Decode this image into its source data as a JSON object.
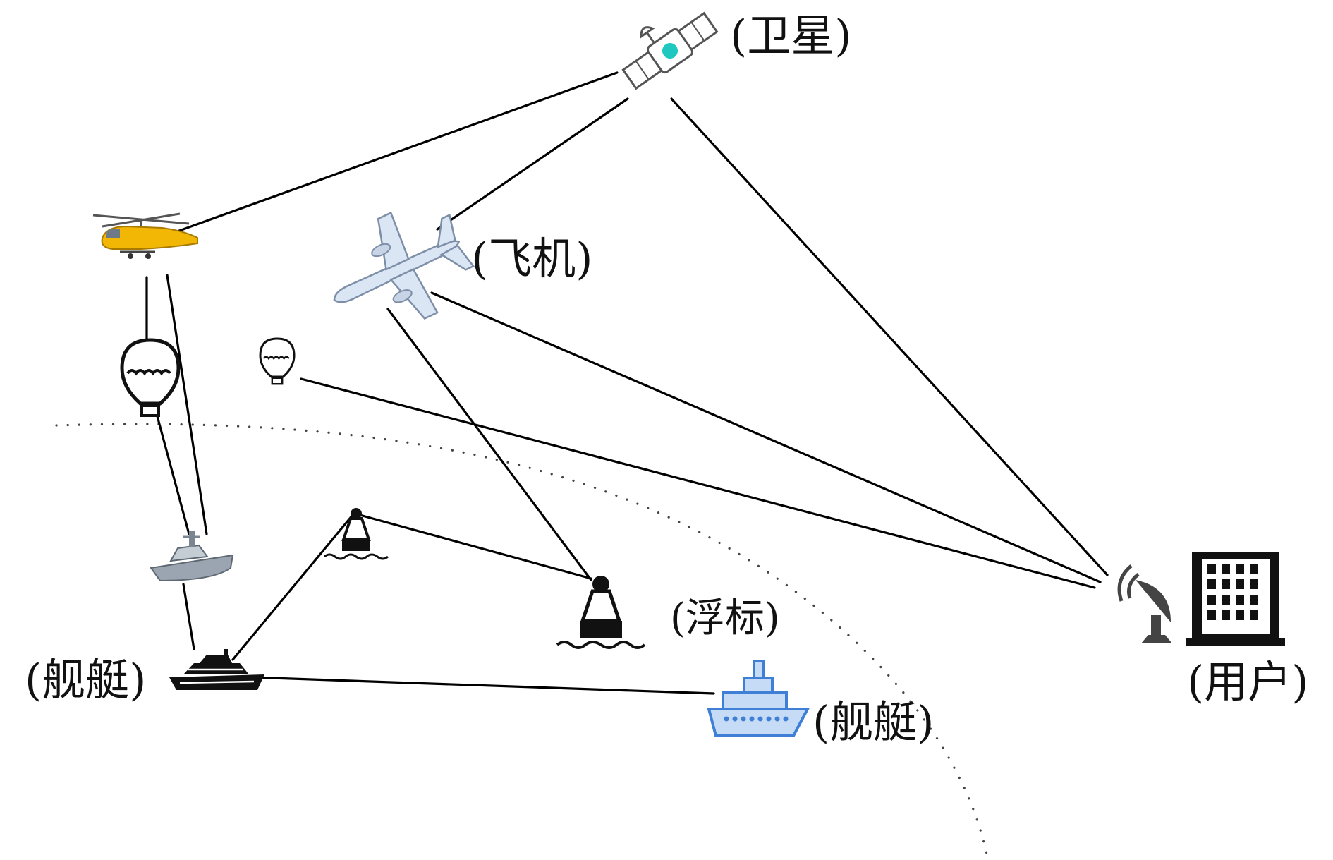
{
  "labels": {
    "satellite": "(卫星)",
    "plane": "(飞机)",
    "buoy": "(浮标)",
    "ship_left": "(舰艇)",
    "ship_right": "(舰艇)",
    "user": "(用户)"
  },
  "icons": {
    "satellite": "satellite-icon",
    "helicopter": "helicopter-icon",
    "plane": "airplane-icon",
    "balloon_large": "hot-air-balloon-icon",
    "balloon_small": "hot-air-balloon-icon",
    "warship": "warship-icon",
    "yacht": "yacht-icon",
    "buoy_small": "buoy-icon",
    "buoy_large": "buoy-icon",
    "blue_ship": "cruise-ship-icon",
    "antenna": "satellite-dish-icon",
    "building": "building-icon"
  },
  "colors": {
    "helicopter": "#f2b705",
    "plane": "#dbe6f4",
    "satellite_core": "#1ec8c0",
    "blue_ship": "#3f7fd6"
  }
}
